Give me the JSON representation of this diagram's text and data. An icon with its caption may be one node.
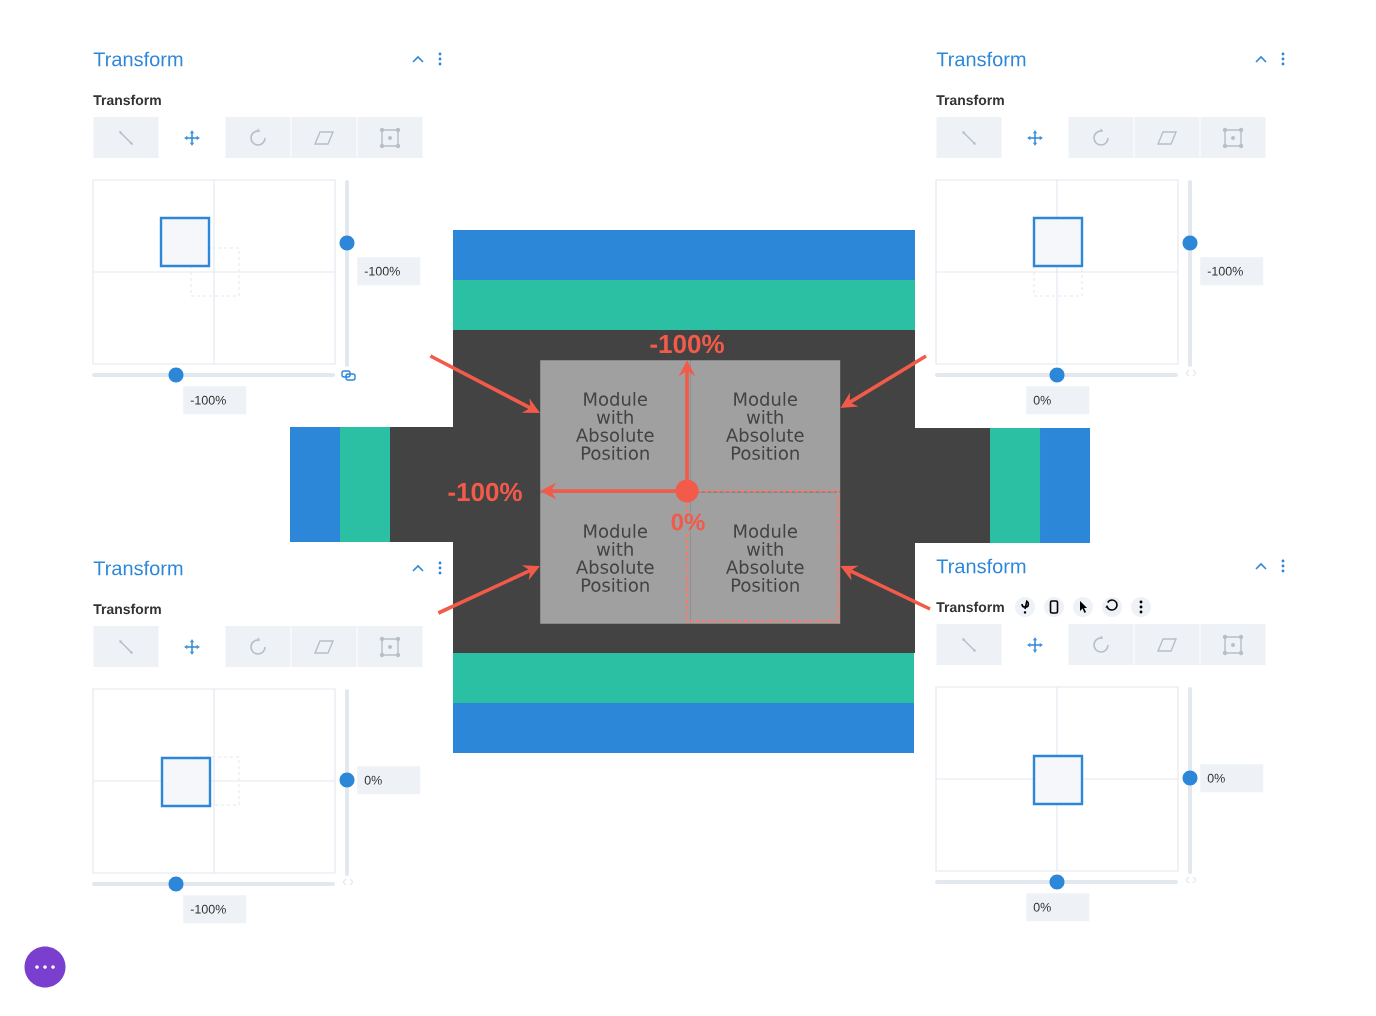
{
  "diagram": {
    "nodes": [
      {
        "text": [
          "Transform",
          "Transform",
          "-100%",
          "-100%"
        ]
      },
      {
        "text": [
          "Transform",
          "Transform",
          "-100%",
          "0%"
        ]
      },
      {
        "text": [
          "Transform",
          "Transform",
          "0%",
          "-100%"
        ]
      },
      {
        "text": [
          "Transform",
          "Transform",
          "0%",
          "0%"
        ]
      },
      {
        "text": [
          "Module with Absolute Position"
        ]
      },
      {
        "text": [
          "Module with Absolute Position"
        ]
      },
      {
        "text": [
          "Module with Absolute Position"
        ]
      },
      {
        "text": [
          "Module with Absolute Position"
        ]
      }
    ],
    "edges": [
      {
        "from": 0,
        "to": 4,
        "arrow": "to"
      },
      {
        "from": 1,
        "to": 5,
        "arrow": "to"
      },
      {
        "from": 2,
        "to": 6,
        "arrow": "to"
      },
      {
        "from": 3,
        "to": 7,
        "arrow": "to"
      }
    ],
    "labels": [
      "-100%",
      "-100%",
      "0%"
    ]
  }
}
